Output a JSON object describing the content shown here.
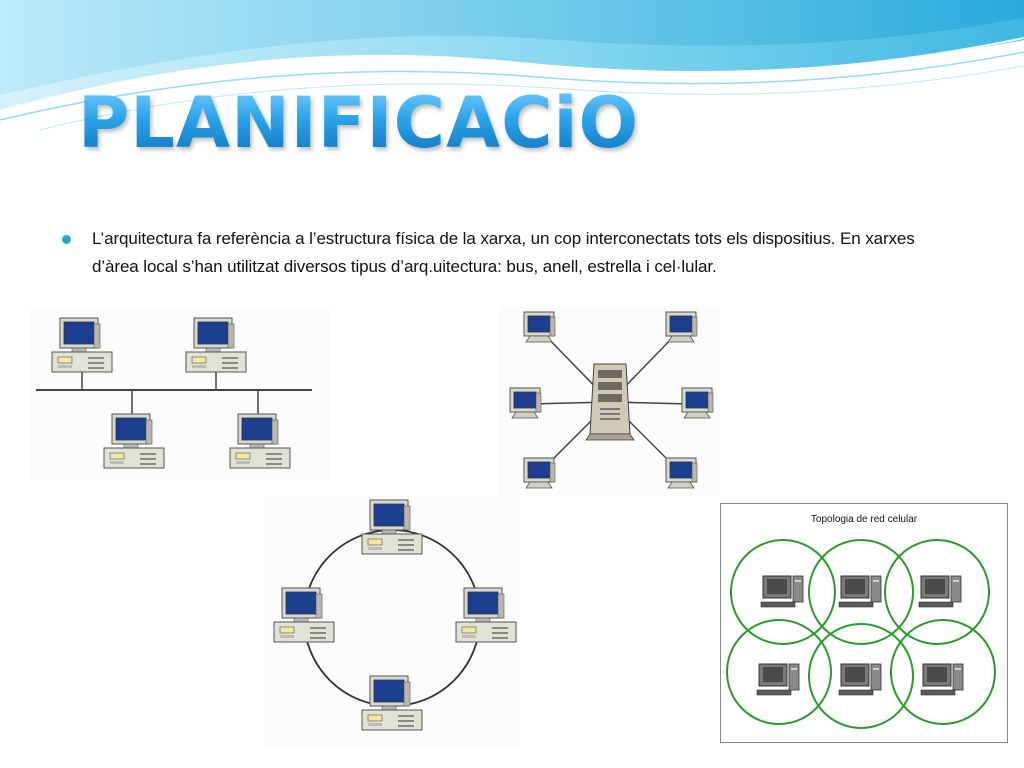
{
  "slide": {
    "title": "PLANIFICACiO",
    "bullets": [
      "L’arquitectura fa referència a l’estructura física de la xarxa, un cop interconectats tots els dispositius. En xarxes d’àrea local s’han utilitzat diversos tipus d’arq.uitectura: bus, anell, estrella i cel·lular."
    ]
  },
  "diagrams": {
    "cellular_title": "Topologia de red celular"
  },
  "colors": {
    "title": "#1b8fd9",
    "bullet": "#22a7c7",
    "wave_light": "#bfe9f7",
    "wave_mid": "#5cc7e8",
    "cell_ring": "#2c9a2c"
  },
  "icons": [
    "desktop-computer-icon",
    "server-tower-icon",
    "gray-computer-icon"
  ]
}
